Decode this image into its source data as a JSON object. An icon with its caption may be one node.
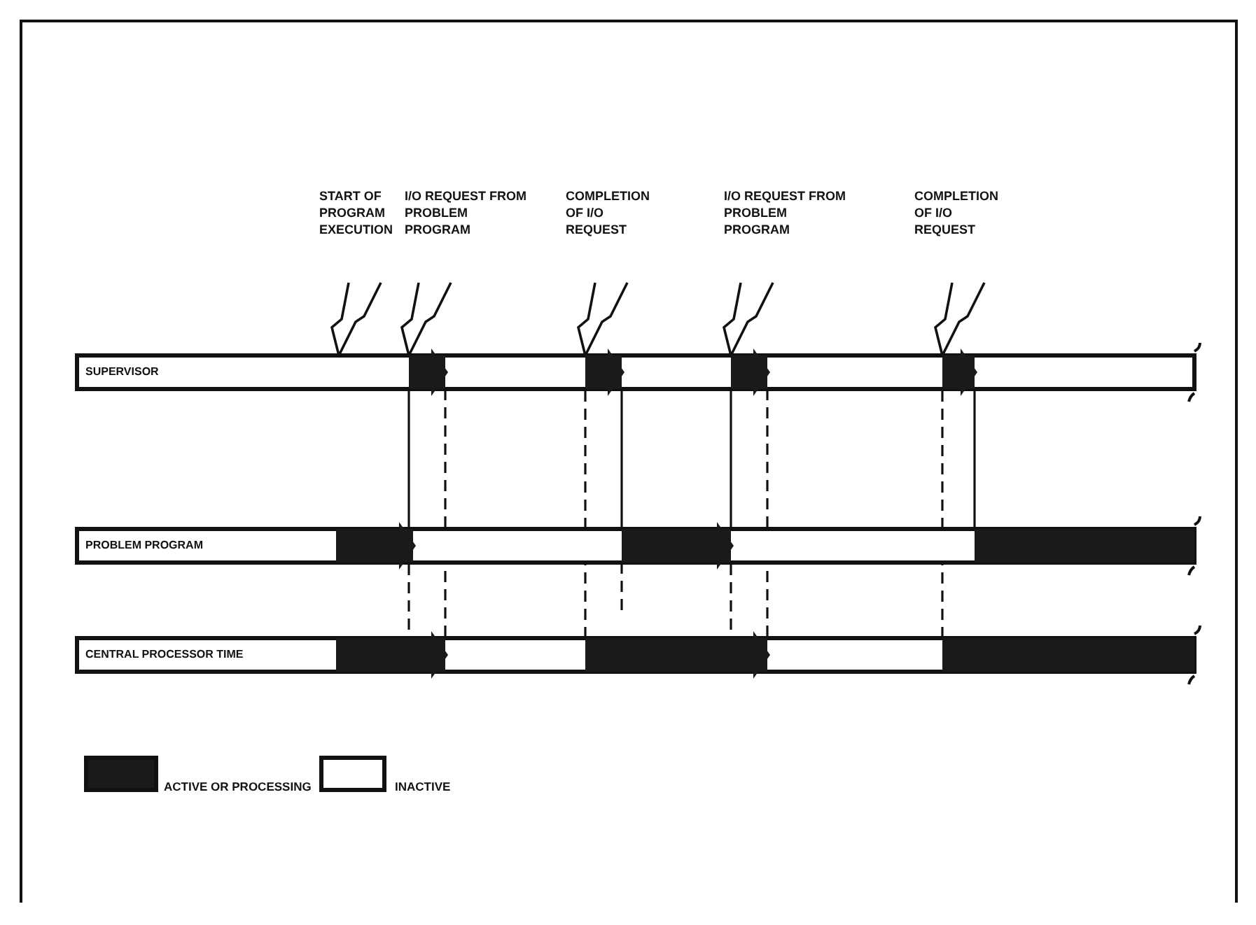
{
  "diagram": {
    "labels": [
      "START OF PROGRAM EXECUTION",
      "I/O REQUEST FROM PROBLEM PROGRAM",
      "COMPLETION OF I/O REQUEST",
      "I/O REQUEST FROM PROBLEM PROGRAM",
      "COMPLETION OF I/O REQUEST",
      "SUPERVISOR",
      "PROBLEM PROGRAM",
      "CENTRAL PROCESSOR TIME"
    ],
    "legend": [
      {
        "text": "ACTIVE OR PROCESSING",
        "color": "#1a1a1a"
      },
      {
        "text": "INACTIVE",
        "color": "#ffffff"
      }
    ]
  }
}
